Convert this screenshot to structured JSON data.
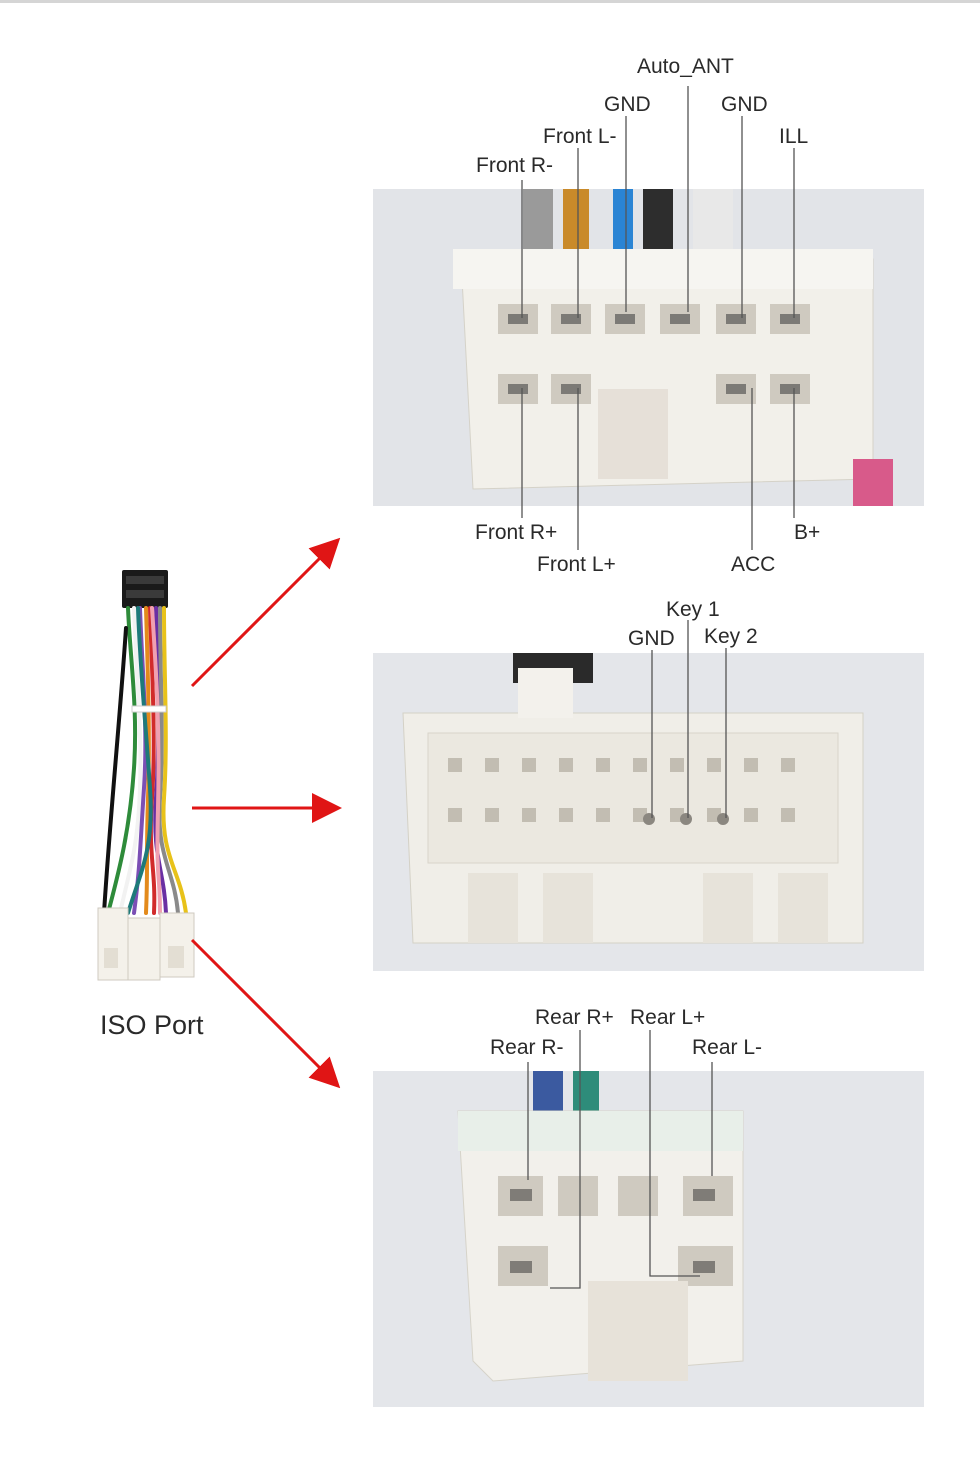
{
  "harness": {
    "caption": "ISO Port"
  },
  "connectors": [
    {
      "id": "main-connector",
      "pins_top": [
        {
          "label": "Front R-"
        },
        {
          "label": "Front L-"
        },
        {
          "label": "GND"
        },
        {
          "label": "Auto_ANT"
        },
        {
          "label": "GND"
        },
        {
          "label": "ILL"
        }
      ],
      "pins_bottom": [
        {
          "label": "Front R+"
        },
        {
          "label": "Front L+"
        },
        {
          "label": "ACC"
        },
        {
          "label": "B+"
        }
      ]
    },
    {
      "id": "key-connector",
      "pins": [
        {
          "label": "GND"
        },
        {
          "label": "Key 1"
        },
        {
          "label": "Key 2"
        }
      ]
    },
    {
      "id": "rear-connector",
      "pins": [
        {
          "label": "Rear R-"
        },
        {
          "label": "Rear R+"
        },
        {
          "label": "Rear L+"
        },
        {
          "label": "Rear L-"
        }
      ]
    }
  ],
  "colors": {
    "arrow": "#e01515",
    "leader_line": "#555555",
    "connector_body": "#f1efe8",
    "photo_background": "#e4e6ea"
  }
}
